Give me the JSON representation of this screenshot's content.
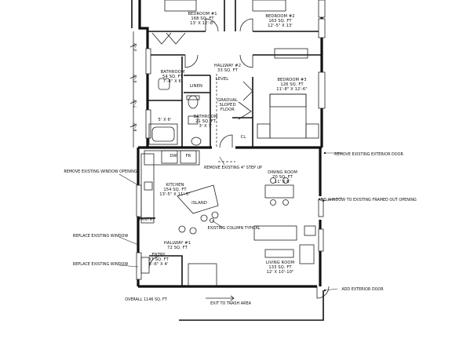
{
  "rooms": {
    "bedroom1": {
      "name": "BEDROOM #1",
      "area": "168 SQ. FT",
      "size": "13' X 12'-8\""
    },
    "bedroom2": {
      "name": "BEDROOM #2",
      "area": "163 SQ. FT",
      "size": "12'-5\" X 13'"
    },
    "hallway2": {
      "name": "HALLWAY #2",
      "area": "33 SQ. FT"
    },
    "bathroom_main": {
      "name": "BATHROOM",
      "area": "54 SQ. FT",
      "size": "7'-4\" X 6'"
    },
    "linen": {
      "name": "LINEN"
    },
    "shower": {
      "size": "5' X 6'"
    },
    "bedroom3": {
      "name": "BEDROOM #3",
      "area": "126 SQ. FT",
      "size": "11'-8\" X 12'-6\""
    },
    "bathroom_small": {
      "name": "BATHROOM",
      "area": "21 SQ. FT",
      "size": "3' X 7'"
    },
    "closet": {
      "name": "CL"
    },
    "dining": {
      "name": "DINING ROOM",
      "area": "70 SQ. FT",
      "size": "11' X 6'"
    },
    "kitchen": {
      "name": "KITCHEN",
      "area": "154 SQ. FT",
      "size": "13'-5\" X 11'-5\""
    },
    "island": {
      "name": "ISLAND"
    },
    "pantry": {
      "name": "PANTRY"
    },
    "hallway1": {
      "name": "HALLWAY #1",
      "area": "72 SQ. FT"
    },
    "entry": {
      "name": "ENTRY",
      "area": "37 SQ. FT",
      "size": "5'-6\" X 4'"
    },
    "living": {
      "name": "LIVING ROOM",
      "area": "133 SQ. FT",
      "size": "12' X 10'-10\""
    }
  },
  "appliances": {
    "dw": "DW",
    "fr": "FR"
  },
  "floor_labels": {
    "level": "LEVEL",
    "gradual": "GRADUAL",
    "sloped": "SLOPED",
    "floor": "FLOOR"
  },
  "notes": {
    "remove_exterior_door": "REMOVE EXISTING EXTERIOR DOOR",
    "remove_step_up": "REMOVE EXISTING 4\" STEP UP",
    "remove_window": "REMOVE EXISTING WINDOW OPENING",
    "add_window": "ADD WINDOW TO EXISTING FRAMED OUT OPENING",
    "existing_column": "EXISTING COLUMN TYPICAL",
    "replace_window_1": "REPLACE EXISTING WINDOW",
    "replace_window_2": "REPLACE EXISTING WINDOW",
    "add_exterior_door": "ADD EXTERIOR DOOR",
    "exit_trash": "EXIT TO TRASH AREA",
    "overall": "OVERALL 1146 SQ. FT"
  },
  "dimensions": [
    "4'-0\"",
    "6'-0\"",
    "7'-0\"",
    "8'-0\""
  ]
}
